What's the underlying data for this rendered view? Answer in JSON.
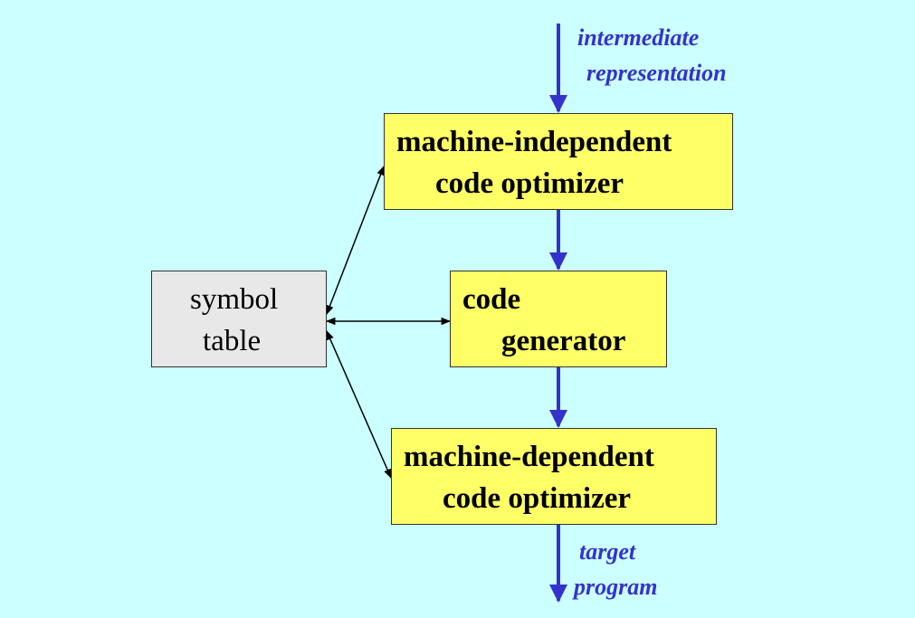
{
  "colors": {
    "background": "#ccffff",
    "phase_box": "#ffff66",
    "symbol_box": "#e8e8e8",
    "flow_arrow": "#3333cc",
    "label_text": "#3333cc",
    "link_arrow": "#000000"
  },
  "input_label": {
    "line1": "intermediate",
    "line2": "representation"
  },
  "mi_optimizer": {
    "line1": "machine-independent",
    "line2": "code optimizer"
  },
  "code_generator": {
    "line1": "code",
    "line2": "generator"
  },
  "md_optimizer": {
    "line1": "machine-dependent",
    "line2": "code optimizer"
  },
  "symbol_table": {
    "line1": "symbol",
    "line2": "table"
  },
  "output_label": {
    "line1": "target",
    "line2": "program"
  }
}
